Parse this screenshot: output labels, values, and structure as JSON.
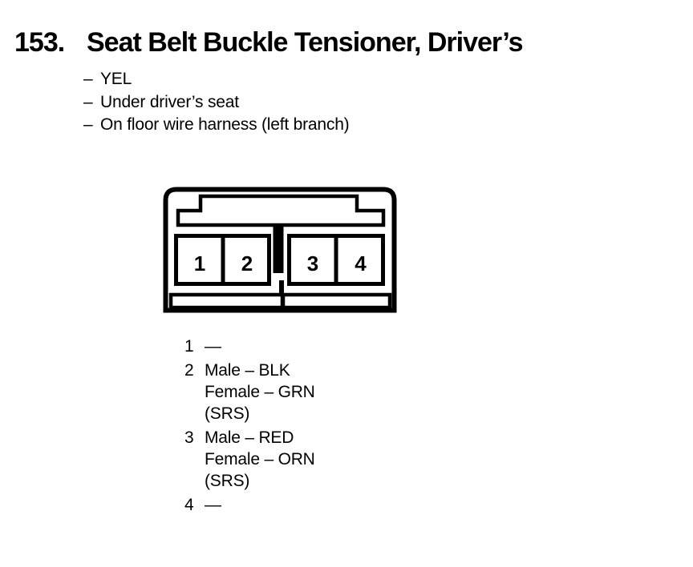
{
  "page": {
    "item_number": "153.",
    "title": "Seat Belt Buckle Tensioner, Driver’s"
  },
  "details": {
    "marker": "–",
    "items": [
      "YEL",
      "Under driver’s seat",
      "On floor wire harness (left branch)"
    ]
  },
  "connector": {
    "type": "4-pin connector, face view",
    "pins": [
      "1",
      "2",
      "3",
      "4"
    ]
  },
  "pin_list": [
    {
      "number": "1",
      "lines": [
        "—"
      ]
    },
    {
      "number": "2",
      "lines": [
        "Male – BLK",
        "Female – GRN",
        "(SRS)"
      ]
    },
    {
      "number": "3",
      "lines": [
        "Male – RED",
        "Female – ORN",
        "(SRS)"
      ]
    },
    {
      "number": "4",
      "lines": [
        "—"
      ]
    }
  ],
  "colors": {
    "ink": "#000000",
    "background": "#ffffff"
  }
}
